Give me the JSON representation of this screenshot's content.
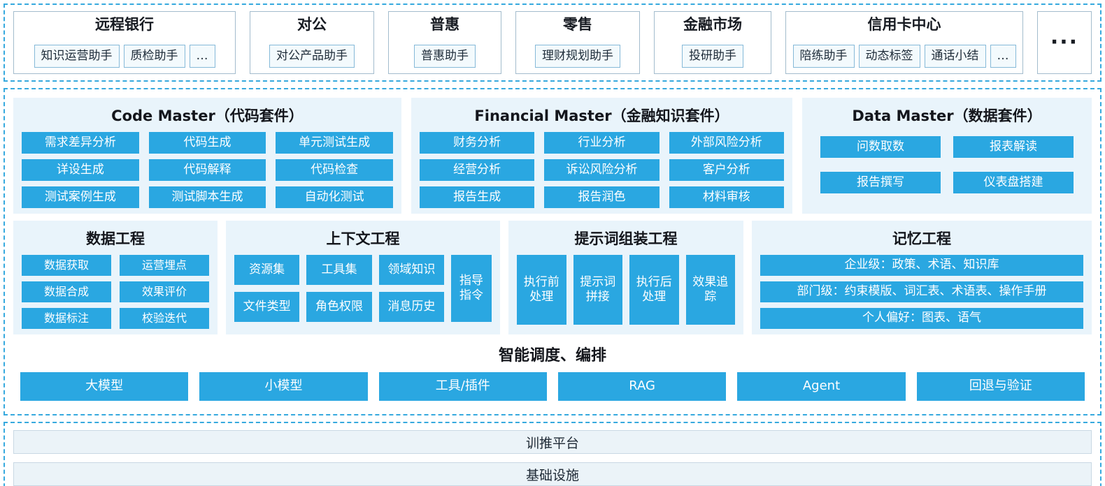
{
  "colors": {
    "accent": "#2aa7e1",
    "panel_bg": "#e9f4fb",
    "dashed_border": "#36a9de"
  },
  "business_row": {
    "units": [
      {
        "title": "远程银行",
        "chips": [
          "知识运营助手",
          "质检助手",
          "…"
        ]
      },
      {
        "title": "对公",
        "chips": [
          "对公产品助手"
        ]
      },
      {
        "title": "普惠",
        "chips": [
          "普惠助手"
        ]
      },
      {
        "title": "零售",
        "chips": [
          "理财规划助手"
        ]
      },
      {
        "title": "金融市场",
        "chips": [
          "投研助手"
        ]
      },
      {
        "title": "信用卡中心",
        "chips": [
          "陪练助手",
          "动态标签",
          "通话小结",
          "…"
        ]
      }
    ],
    "more": "···"
  },
  "suites": [
    {
      "title": "Code Master（代码套件）",
      "items": [
        "需求差异分析",
        "代码生成",
        "单元测试生成",
        "详设生成",
        "代码解释",
        "代码检查",
        "测试案例生成",
        "测试脚本生成",
        "自动化测试"
      ]
    },
    {
      "title": "Financial Master（金融知识套件）",
      "items": [
        "财务分析",
        "行业分析",
        "外部风险分析",
        "经营分析",
        "诉讼风险分析",
        "客户分析",
        "报告生成",
        "报告润色",
        "材料审核"
      ]
    },
    {
      "title": "Data Master（数据套件）",
      "items": [
        "问数取数",
        "报表解读",
        "报告撰写",
        "仪表盘搭建"
      ]
    }
  ],
  "engineering": {
    "data": {
      "title": "数据工程",
      "items": [
        "数据获取",
        "运营埋点",
        "数据合成",
        "效果评价",
        "数据标注",
        "校验迭代"
      ]
    },
    "context": {
      "title": "上下文工程",
      "items": [
        "资源集",
        "工具集",
        "领域知识",
        "文件类型",
        "角色权限",
        "消息历史"
      ],
      "tall": "指导\n指令"
    },
    "prompt": {
      "title": "提示词组装工程",
      "items": [
        "执行前\n处理",
        "提示词\n拼接",
        "执行后\n处理",
        "效果追\n踪"
      ]
    },
    "memory": {
      "title": "记忆工程",
      "rows": [
        "企业级：政策、术语、知识库",
        "部门级：约束模版、词汇表、术语表、操作手册",
        "个人偏好：图表、语气"
      ]
    }
  },
  "orchestration": {
    "title": "智能调度、编排",
    "items": [
      "大模型",
      "小模型",
      "工具/插件",
      "RAG",
      "Agent",
      "回退与验证"
    ]
  },
  "platform": {
    "training": "训推平台",
    "infrastructure": "基础设施"
  }
}
